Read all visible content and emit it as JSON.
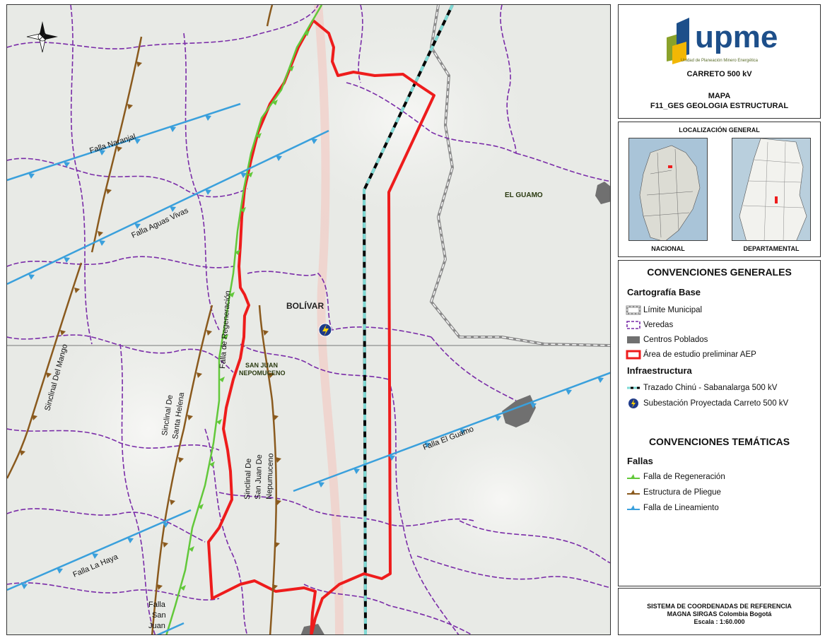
{
  "map": {
    "labels": {
      "falla_naranjal": "Falla Naranjal",
      "falla_aguas_vivas": "Falla Aguas Vivas",
      "falla_la_haya": "Falla La Haya",
      "falla_el_guamo": "Falla El Guamo",
      "falla_regeneracion": "Falla de Regeneración",
      "falla_san_juan_1": "Falla",
      "falla_san_juan_2": "San",
      "falla_san_juan_3": "Juan",
      "sinclinal_mango": "Sinclinal Del Mango",
      "sinclinal_helena_1": "Sinclinal De",
      "sinclinal_helena_2": "Santa Helena",
      "sinclinal_sjn_1": "Sinclinal De",
      "sinclinal_sjn_2": "San Juan De",
      "sinclinal_sjn_3": "Nepumuceno",
      "el_guamo": "EL GUAMO",
      "bolivar": "BOLÍVAR",
      "sjn_1": "SAN JUAN",
      "sjn_2": "NEPOMUCENO"
    },
    "colors": {
      "background": "#e9ebe7",
      "aep": "#ee1c1c",
      "regeneracion": "#62c83a",
      "pliegue": "#8a5a1e",
      "lineamiento": "#3aa0dc",
      "veredas": "#7a2ca8",
      "municipal": "#8a8a8a",
      "trazado": "#7fd9d4",
      "centros": "#707070"
    }
  },
  "title_block": {
    "logo_text": "upme",
    "logo_subtitle": "Unidad de Planeación Minero Energética",
    "project": "CARRETO 500 kV",
    "map_label": "MAPA",
    "map_name": "F11_GES GEOLOGIA ESTRUCTURAL"
  },
  "location": {
    "title": "LOCALIZACIÓN GENERAL",
    "national": "NACIONAL",
    "departmental": "DEPARTAMENTAL"
  },
  "legend": {
    "general_title": "CONVENCIONES GENERALES",
    "base_title": "Cartografía Base",
    "limite": "Límite Municipal",
    "veredas": "Veredas",
    "centros": "Centros Poblados",
    "aep": "Área de estudio preliminar AEP",
    "infra_title": "Infraestructura",
    "trazado": "Trazado Chinú - Sabanalarga 500 kV",
    "subestacion": "Subestación Proyectada Carreto 500 kV",
    "tematicas_title": "CONVENCIONES TEMÁTICAS",
    "fallas_title": "Fallas",
    "regeneracion": "Falla de Regeneración",
    "pliegue": "Estructura de Pliegue",
    "lineamiento": "Falla de Lineamiento"
  },
  "coordinates": {
    "line1": "SISTEMA DE COORDENADAS DE REFERENCIA",
    "line2": "MAGNA SIRGAS Colombia Bogotá",
    "line3": "Escala : 1:60.000"
  }
}
